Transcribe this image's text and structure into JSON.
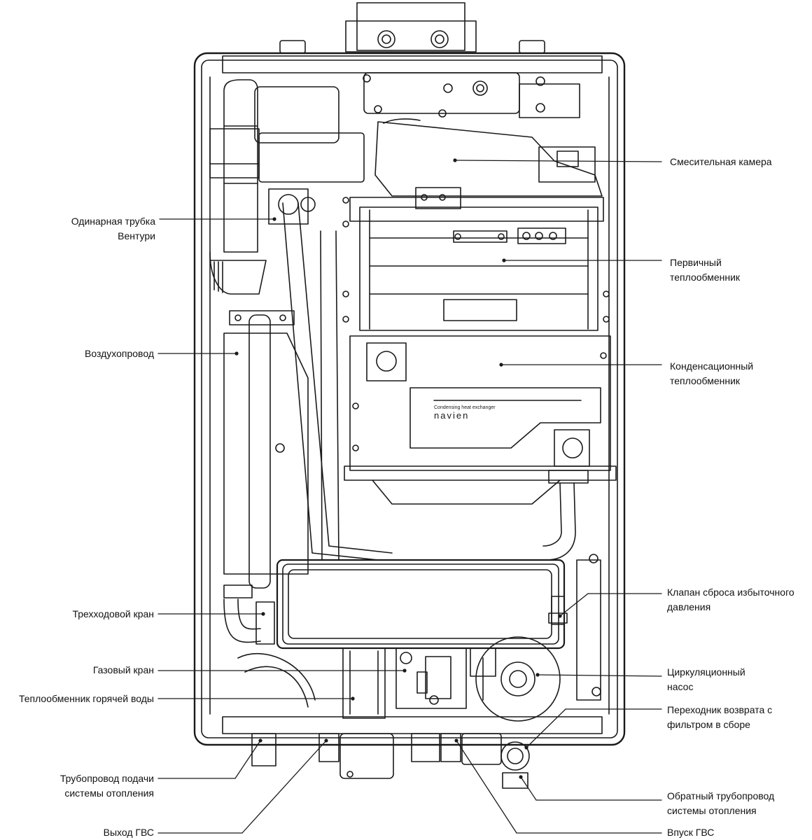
{
  "labels": {
    "mixing_chamber": "Смесительная камера",
    "venturi": [
      "Одинарная трубка",
      "Вентури"
    ],
    "primary_hx": [
      "Первичный",
      "теплообменник"
    ],
    "air_duct": "Воздухопровод",
    "condensing_hx": [
      "Конденсационный",
      "теплообменник"
    ],
    "relief_valve": [
      "Клапан сброса избыточного",
      "давления"
    ],
    "three_way_valve": "Трехходовой кран",
    "circ_pump": [
      "Циркуляционный",
      "насос"
    ],
    "gas_valve": "Газовый кран",
    "dhw_hx": "Теплообменник горячей воды",
    "return_adapter": [
      "Переходник возврата с",
      "фильтром в сборе"
    ],
    "heating_supply": [
      "Трубопровод подачи",
      "системы отопления"
    ],
    "heating_return": [
      "Обратный трубопровод",
      "системы отопления"
    ],
    "dhw_outlet": "Выход ГВС",
    "dhw_inlet": "Впуск ГВС"
  },
  "product_marking": {
    "subtitle": "Condensing heat exchanger",
    "brand": "navien"
  },
  "colors": {
    "line": "#1a1a1a",
    "background": "#ffffff"
  }
}
